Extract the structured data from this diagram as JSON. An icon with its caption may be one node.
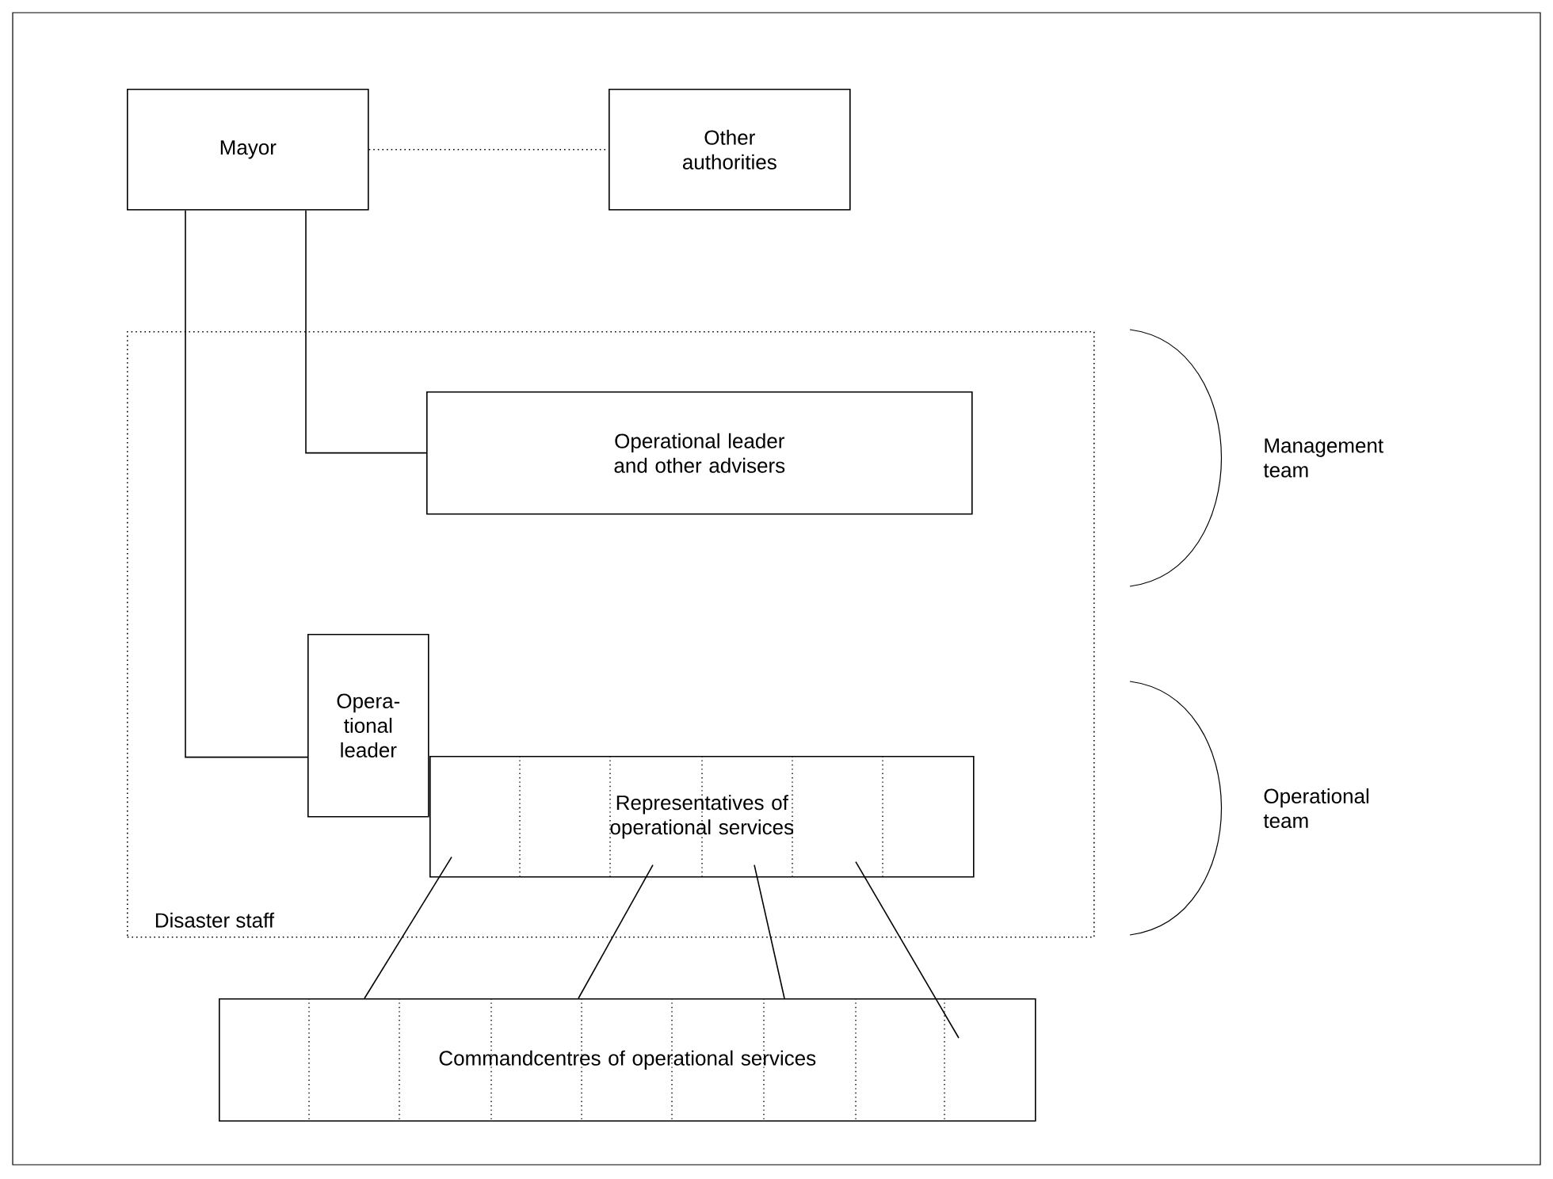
{
  "diagram": {
    "nodes": [
      {
        "text": [
          "Mayor"
        ]
      },
      {
        "text": [
          "Other authorities"
        ]
      },
      {
        "text": [
          "Disaster staff"
        ]
      },
      {
        "text": [
          "Operational leader and other advisers"
        ],
        "in": 2
      },
      {
        "text": [
          "Opera-tional leader"
        ],
        "in": 2
      },
      {
        "text": [
          "Representatives of operational services"
        ],
        "in": 2
      },
      {
        "text": [
          "Commandcentres of operational services"
        ]
      }
    ],
    "edges": [
      {
        "from": 0,
        "to": 1,
        "arrow": "none",
        "style": "dashed"
      },
      {
        "from": 0,
        "to": 3,
        "arrow": "none"
      },
      {
        "from": 0,
        "to": 4,
        "arrow": "none"
      },
      {
        "from": 5,
        "to": 6,
        "arrow": "none"
      },
      {
        "from": 5,
        "to": 6,
        "arrow": "none"
      },
      {
        "from": 5,
        "to": 6,
        "arrow": "none"
      },
      {
        "from": 5,
        "to": 6,
        "arrow": "none"
      }
    ],
    "labels": [
      "Management team",
      "Operational team"
    ]
  }
}
